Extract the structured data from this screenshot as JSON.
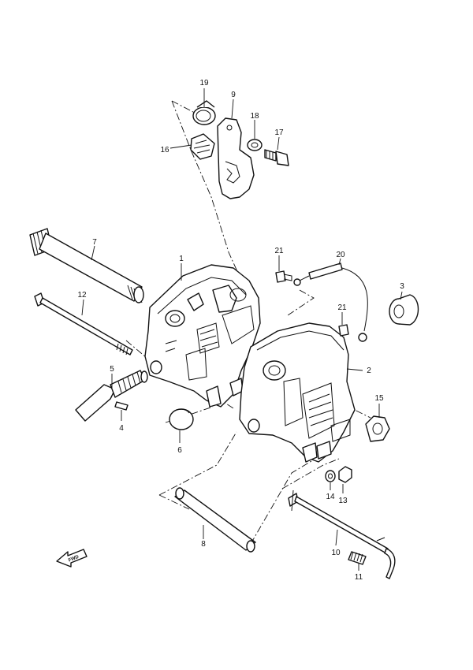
{
  "diagram": {
    "parts": [
      {
        "id": "1",
        "label": "1"
      },
      {
        "id": "2",
        "label": "2"
      },
      {
        "id": "3",
        "label": "3"
      },
      {
        "id": "4",
        "label": "4"
      },
      {
        "id": "5",
        "label": "5"
      },
      {
        "id": "6",
        "label": "6"
      },
      {
        "id": "7",
        "label": "7"
      },
      {
        "id": "8",
        "label": "8"
      },
      {
        "id": "9",
        "label": "9"
      },
      {
        "id": "10",
        "label": "10"
      },
      {
        "id": "11",
        "label": "11"
      },
      {
        "id": "12",
        "label": "12"
      },
      {
        "id": "13",
        "label": "13"
      },
      {
        "id": "14",
        "label": "14"
      },
      {
        "id": "15",
        "label": "15"
      },
      {
        "id": "16",
        "label": "16"
      },
      {
        "id": "17",
        "label": "17"
      },
      {
        "id": "18",
        "label": "18"
      },
      {
        "id": "19",
        "label": "19"
      },
      {
        "id": "20",
        "label": "20"
      },
      {
        "id": "21a",
        "label": "21"
      },
      {
        "id": "21b",
        "label": "21"
      }
    ],
    "fwd_arrow": {
      "text": "FWD"
    }
  }
}
